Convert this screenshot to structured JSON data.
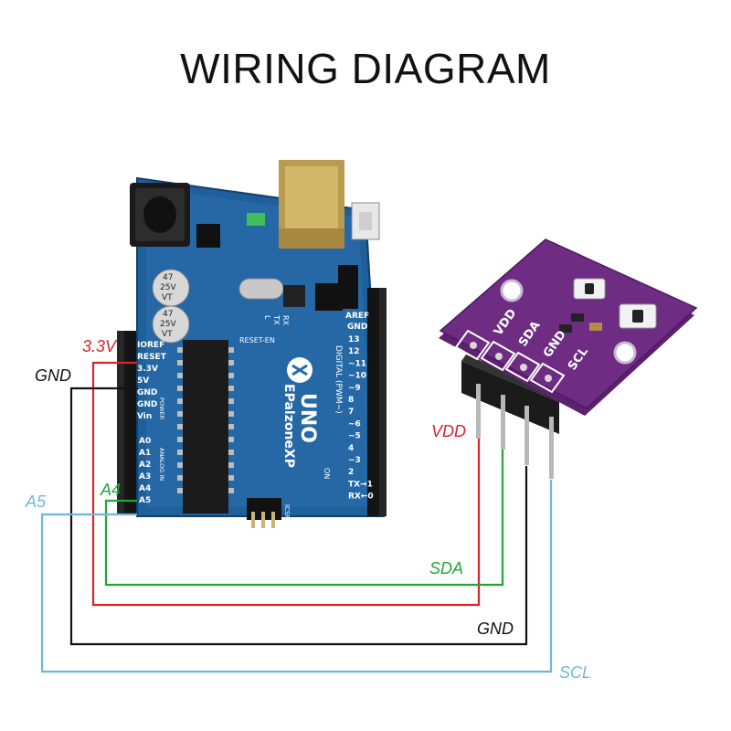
{
  "title": "WIRING DIAGRAM",
  "colors": {
    "vdd": "#d9242a",
    "gnd": "#111111",
    "sda": "#23a53a",
    "scl": "#6fb6dc",
    "board": "#1f5f9a",
    "sensor": "#6e2c83"
  },
  "arduino": {
    "model": "UNO",
    "brand": "EPalzoneXP",
    "header_labels": [
      "IOREF",
      "RESET",
      "3.3V",
      "5V",
      "GND",
      "GND",
      "Vin"
    ],
    "analog_labels": [
      "A0",
      "A1",
      "A2",
      "A3",
      "A4",
      "A5"
    ],
    "power_label": "POWER",
    "analog_in_label": "ANALOG IN",
    "digital_label": "DIGITAL (PWM~)",
    "digital_pins": [
      "13",
      "12",
      "~11",
      "~10",
      "~9",
      "8",
      "7",
      "~6",
      "~5",
      "4",
      "~3",
      "2",
      "TX→1",
      "RX←0"
    ],
    "aref_label": "AREF",
    "gnd_label": "GND",
    "cap1": [
      "47",
      "25V",
      "VT"
    ],
    "cap2": [
      "47",
      "25V",
      "VT"
    ],
    "reset_label": "RESET-EN",
    "on_label": "ON",
    "tx_label": "TX",
    "rx_label": "RX",
    "icsp_label": "ICSP",
    "l_label": "L"
  },
  "sensor": {
    "pins": [
      "VDD",
      "SDA",
      "GND",
      "SCL"
    ]
  },
  "labels": {
    "board_3v3": "3.3V",
    "board_gnd": "GND",
    "board_a4": "A4",
    "board_a5": "A5",
    "sensor_vdd": "VDD",
    "sensor_sda": "SDA",
    "sensor_gnd": "GND",
    "sensor_scl": "SCL"
  }
}
